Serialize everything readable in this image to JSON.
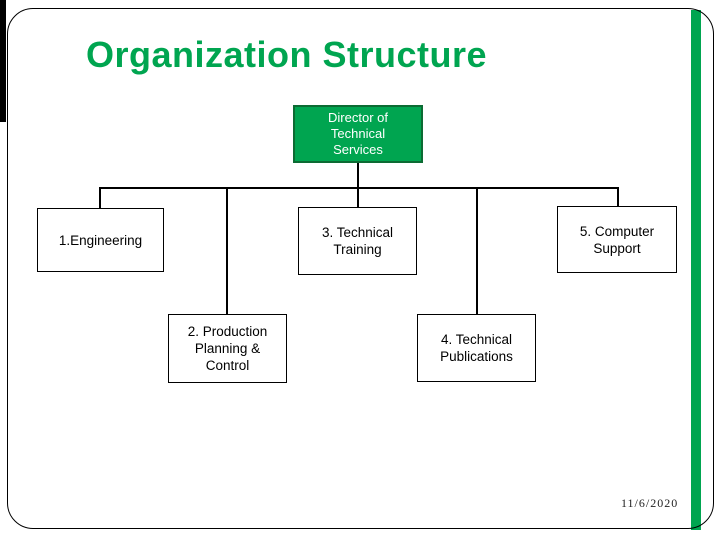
{
  "slide": {
    "title": "Organization Structure",
    "date": "11/6/2020",
    "colors": {
      "accent_green": "#00a550",
      "director_fill": "#00a550",
      "director_border": "#0c6b33",
      "line_color": "#000000"
    }
  },
  "org_chart": {
    "root": {
      "label": "Director of\nTechnical\nServices"
    },
    "nodes": [
      {
        "id": "engineering",
        "label": "1.Engineering"
      },
      {
        "id": "production",
        "label": "2. Production\nPlanning &\nControl"
      },
      {
        "id": "training",
        "label": "3. Technical\nTraining"
      },
      {
        "id": "publications",
        "label": "4. Technical\nPublications"
      },
      {
        "id": "computer",
        "label": "5. Computer\nSupport"
      }
    ]
  }
}
